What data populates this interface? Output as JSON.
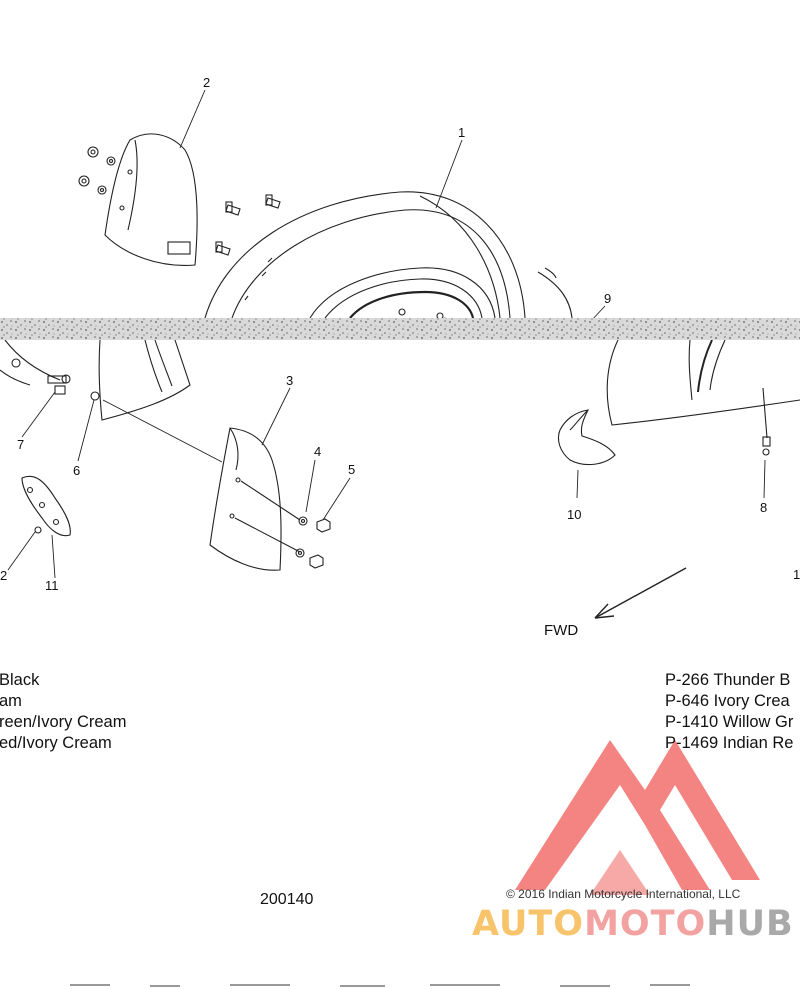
{
  "callouts": {
    "c1": "1",
    "c2a": "2",
    "c2b": "2",
    "c3": "3",
    "c4": "4",
    "c5": "5",
    "c6": "6",
    "c7": "7",
    "c8": "8",
    "c9": "9",
    "c10": "10",
    "c11": "11",
    "c1b": "1"
  },
  "fwd_label": "FWD",
  "legend_left": [
    "Black",
    "am",
    "reen/Ivory Cream",
    "ed/Ivory Cream"
  ],
  "legend_right": [
    "P-266  Thunder B",
    "P-646  Ivory Crea",
    "P-1410 Willow Gr",
    "P-1469 Indian Re"
  ],
  "drawing_number": "200140",
  "copyright": "© 2016 Indian Motorcycle International, LLC",
  "watermark": {
    "auto": "AUTO",
    "moto": "MOTO",
    "hub": "HUB"
  },
  "colors": {
    "watermark_red": "#ef5b58",
    "watermark_yellow": "#f7c46b",
    "watermark_gray": "#a9a9a9",
    "line": "#222222"
  }
}
